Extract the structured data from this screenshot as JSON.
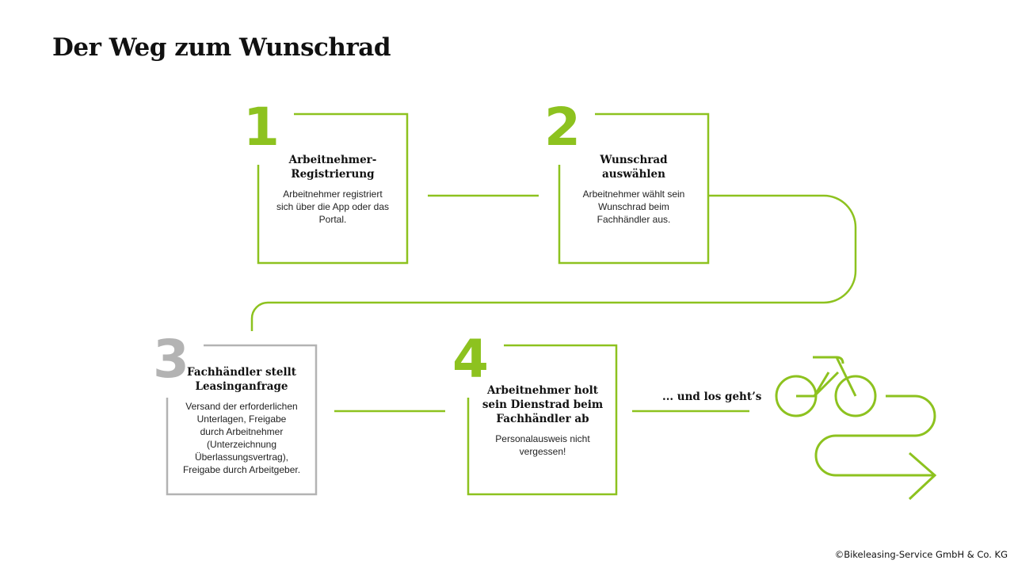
{
  "title": "Der Weg zum Wunschrad",
  "colors": {
    "accent": "#8dc21f",
    "inactive": "#b3b3b3",
    "text": "#1a1a1a"
  },
  "steps": [
    {
      "number": "1",
      "title": "Arbeitnehmer-\nRegistrierung",
      "description": "Arbeitnehmer registriert\nsich über die App oder das\nPortal.",
      "state": "active"
    },
    {
      "number": "2",
      "title": "Wunschrad\nauswählen",
      "description": "Arbeitnehmer wählt sein\nWunschrad beim\nFachhändler aus.",
      "state": "active"
    },
    {
      "number": "3",
      "title": "Fachhändler stellt\nLeasinganfrage",
      "description": "Versand der erforderlichen\nUnterlagen, Freigabe\ndurch Arbeitnehmer\n(Unterzeichnung\nÜberlassungsvertrag),\nFreigabe durch Arbeitgeber.",
      "state": "inactive"
    },
    {
      "number": "4",
      "title": "Arbeitnehmer holt\nsein Dienstrad beim\nFachhändler ab",
      "description": "Personalausweis nicht\nvergessen!",
      "state": "active"
    }
  ],
  "final_text": "... und los geht’s",
  "final_icons": [
    "bicycle-icon",
    "route-arrow-icon"
  ],
  "copyright": "©Bikeleasing-Service GmbH & Co. KG"
}
